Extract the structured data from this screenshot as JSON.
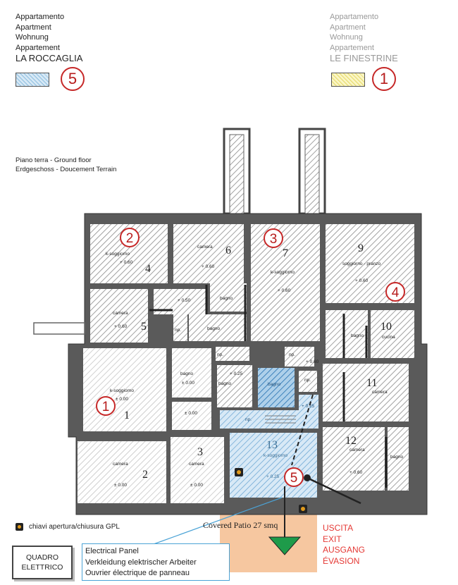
{
  "legend_left": {
    "lines": [
      "Appartamento",
      "Apartment",
      "Wohnung",
      "Appartement"
    ],
    "name": "LA ROCCAGLIA",
    "count": "5",
    "swatch_color": "#bcd8ee"
  },
  "legend_right": {
    "lines": [
      "Appartamento",
      "Apartment",
      "Wohnung",
      "Appartement"
    ],
    "name": "LE FINESTRINE",
    "count": "1",
    "swatch_color": "#f6ef9c"
  },
  "floor": {
    "line1": "Piano terra - Ground floor",
    "line2": "Erdgeschoss - Doucement Terrain"
  },
  "rooms": [
    {
      "id": "r2",
      "number": "2",
      "name": "camera",
      "level": "± 0.00"
    },
    {
      "id": "r3",
      "number": "3",
      "name": "camera",
      "level": "± 0.00"
    },
    {
      "id": "r1",
      "number": "1",
      "name": "k-soggiorno",
      "level": "± 0.00"
    },
    {
      "id": "rbagnoc",
      "number": "",
      "name": "bagno",
      "level": "± 0.00"
    },
    {
      "id": "rcorr",
      "number": "",
      "name": "",
      "level": "± 0.00"
    },
    {
      "id": "r4",
      "number": "4",
      "name": "k-soggiorno",
      "level": "+ 0.60"
    },
    {
      "id": "r5",
      "number": "5",
      "name": "camera",
      "level": "+ 0.60"
    },
    {
      "id": "r6",
      "number": "6",
      "name": "camera",
      "level": "+ 0.60"
    },
    {
      "id": "r7",
      "number": "7",
      "name": "k-soggiorno",
      "level": "+ 0.60"
    },
    {
      "id": "r9",
      "number": "9",
      "name": "soggiorno - pranzo",
      "level": "+ 0.60"
    },
    {
      "id": "r10",
      "number": "10",
      "name": "cucina",
      "level": ""
    },
    {
      "id": "r11",
      "number": "11",
      "name": "camera",
      "level": ""
    },
    {
      "id": "r12",
      "number": "12",
      "name": "camera",
      "level": "+ 0.60"
    },
    {
      "id": "r13",
      "number": "13",
      "name": "k-soggiorno",
      "level": "+ 0.25"
    }
  ],
  "small_labels": {
    "bagno": "bagno",
    "np": "np.",
    "plus050": "+ 0.50",
    "plus060": "+ 0.60",
    "plus025": "+ 0.25"
  },
  "markers": [
    "2",
    "3",
    "4",
    "1",
    "5"
  ],
  "gpl_label": "chiavi apertura/chiusura GPL",
  "quadro": {
    "line1": "QUADRO",
    "line2": "ELETTRICO"
  },
  "panel": [
    "Electrical Panel",
    "Verkleidung elektrischer Arbeiter",
    "Ouvrier électrique de panneau"
  ],
  "patio": {
    "covered": "Covered",
    "name": "Patio 27 smq"
  },
  "exit": [
    "USCITA",
    "EXIT",
    "AUSGANG",
    "ÉVASION"
  ],
  "colors": {
    "marker_red": "#c62828",
    "blue_fill": "#bcd8ee",
    "green_arrow": "#1e9b4a",
    "patio": "#f6c7a0"
  }
}
